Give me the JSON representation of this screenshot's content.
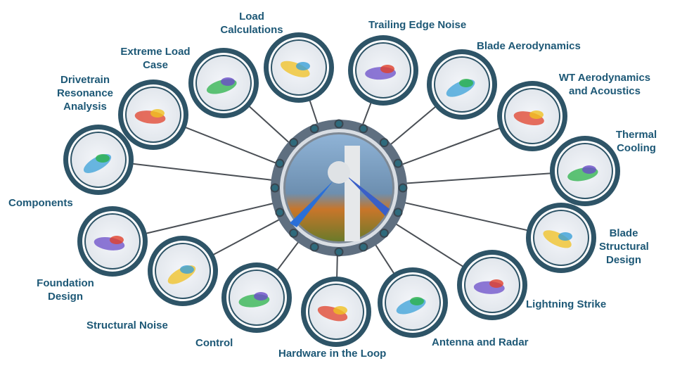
{
  "center": {
    "name": "wind-turbine-hub"
  },
  "colors": {
    "ring": "#5f6f80",
    "satellite_border": "#2e5467",
    "label": "#1d5876",
    "connector": "#4a4f55"
  },
  "nodes": [
    {
      "id": "components",
      "label": "Components"
    },
    {
      "id": "drivetrain",
      "label": "Drivetrain\nResonance\nAnalysis"
    },
    {
      "id": "extreme-load",
      "label": "Extreme Load\nCase"
    },
    {
      "id": "load-calc",
      "label": "Load\nCalculations"
    },
    {
      "id": "trailing-edge",
      "label": "Trailing Edge Noise"
    },
    {
      "id": "blade-aero",
      "label": "Blade Aerodynamics"
    },
    {
      "id": "wt-aero",
      "label": "WT Aerodynamics\nand Acoustics"
    },
    {
      "id": "thermal",
      "label": "Thermal\nCooling"
    },
    {
      "id": "blade-struct",
      "label": "Blade\nStructural\nDesign"
    },
    {
      "id": "lightning",
      "label": "Lightning Strike"
    },
    {
      "id": "antenna",
      "label": "Antenna and Radar"
    },
    {
      "id": "hil",
      "label": "Hardware in the Loop"
    },
    {
      "id": "control",
      "label": "Control"
    },
    {
      "id": "struct-noise",
      "label": "Structural Noise"
    },
    {
      "id": "foundation",
      "label": "Foundation\nDesign"
    }
  ]
}
